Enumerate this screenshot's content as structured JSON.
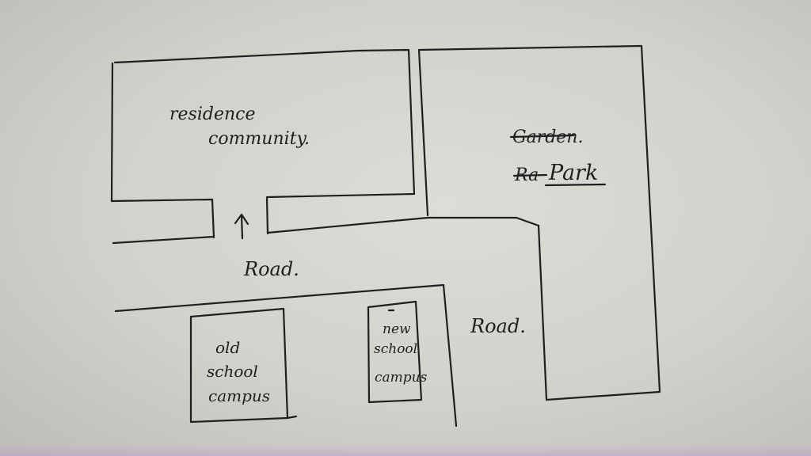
{
  "labels": {
    "residence_line1": "residence",
    "residence_line2": "community.",
    "garden_struck": "Garden.",
    "ra_struck": "Ra",
    "park": "Park",
    "road_main": "Road.",
    "road_side": "Road.",
    "old_line1": "old",
    "old_line2": "school",
    "old_line3": "campus",
    "new_line1": "new",
    "new_line2": "school",
    "new_line3": "campus"
  },
  "colors": {
    "ink": "#1f1f22",
    "paper": "#d6d5d0"
  }
}
